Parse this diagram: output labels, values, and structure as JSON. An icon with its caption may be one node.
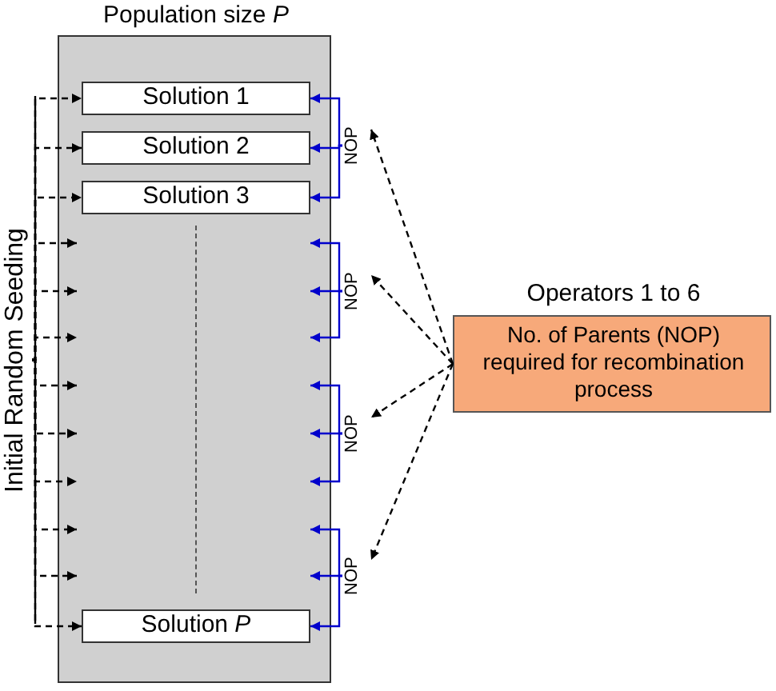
{
  "diagram": {
    "nodes": [
      {
        "text": [
          "Population size *P*"
        ]
      },
      {
        "text": [
          "Solution 1"
        ],
        "in": 0
      },
      {
        "text": [
          "Solution 2"
        ],
        "in": 0
      },
      {
        "text": [
          "Solution 3"
        ],
        "in": 0
      },
      {
        "text": [
          "Solution *P*"
        ],
        "in": 0
      },
      {
        "text": [
          "Initial Random Seeding"
        ]
      },
      {
        "text": [
          "NOP"
        ]
      },
      {
        "text": [
          "NOP"
        ]
      },
      {
        "text": [
          "NOP"
        ]
      },
      {
        "text": [
          "NOP"
        ]
      },
      {
        "text": [
          "Operators 1 to 6",
          "No. of Parents (NOP) required for recombination process"
        ]
      }
    ],
    "edges": [
      {
        "from": 5,
        "to": 1,
        "arrow": "to",
        "style": "dashed"
      },
      {
        "from": 5,
        "to": 2,
        "arrow": "to",
        "style": "dashed"
      },
      {
        "from": 5,
        "to": 3,
        "arrow": "to",
        "style": "dashed"
      },
      {
        "from": 5,
        "to": 0,
        "arrow": "to",
        "style": "dashed"
      },
      {
        "from": 5,
        "to": 0,
        "arrow": "to",
        "style": "dashed"
      },
      {
        "from": 5,
        "to": 0,
        "arrow": "to",
        "style": "dashed"
      },
      {
        "from": 5,
        "to": 0,
        "arrow": "to",
        "style": "dashed"
      },
      {
        "from": 5,
        "to": 0,
        "arrow": "to",
        "style": "dashed"
      },
      {
        "from": 5,
        "to": 0,
        "arrow": "to",
        "style": "dashed"
      },
      {
        "from": 5,
        "to": 0,
        "arrow": "to",
        "style": "dashed"
      },
      {
        "from": 5,
        "to": 0,
        "arrow": "to",
        "style": "dashed"
      },
      {
        "from": 5,
        "to": 4,
        "arrow": "to",
        "style": "dashed"
      },
      {
        "from": 6,
        "to": 1,
        "arrow": "to",
        "color": "#0000cc"
      },
      {
        "from": 6,
        "to": 2,
        "arrow": "to",
        "color": "#0000cc"
      },
      {
        "from": 6,
        "to": 3,
        "arrow": "to",
        "color": "#0000cc"
      },
      {
        "from": 7,
        "to": 0,
        "arrow": "to",
        "color": "#0000cc"
      },
      {
        "from": 7,
        "to": 0,
        "arrow": "to",
        "color": "#0000cc"
      },
      {
        "from": 7,
        "to": 0,
        "arrow": "to",
        "color": "#0000cc"
      },
      {
        "from": 8,
        "to": 0,
        "arrow": "to",
        "color": "#0000cc"
      },
      {
        "from": 8,
        "to": 0,
        "arrow": "to",
        "color": "#0000cc"
      },
      {
        "from": 8,
        "to": 0,
        "arrow": "to",
        "color": "#0000cc"
      },
      {
        "from": 9,
        "to": 0,
        "arrow": "to",
        "color": "#0000cc"
      },
      {
        "from": 9,
        "to": 0,
        "arrow": "to",
        "color": "#0000cc"
      },
      {
        "from": 9,
        "to": 4,
        "arrow": "to",
        "color": "#0000cc"
      },
      {
        "from": 10,
        "to": 6,
        "arrow": "to",
        "style": "dashed"
      },
      {
        "from": 10,
        "to": 7,
        "arrow": "to",
        "style": "dashed"
      },
      {
        "from": 10,
        "to": 8,
        "arrow": "to",
        "style": "dashed"
      },
      {
        "from": 10,
        "to": 9,
        "arrow": "to",
        "style": "dashed"
      }
    ]
  }
}
